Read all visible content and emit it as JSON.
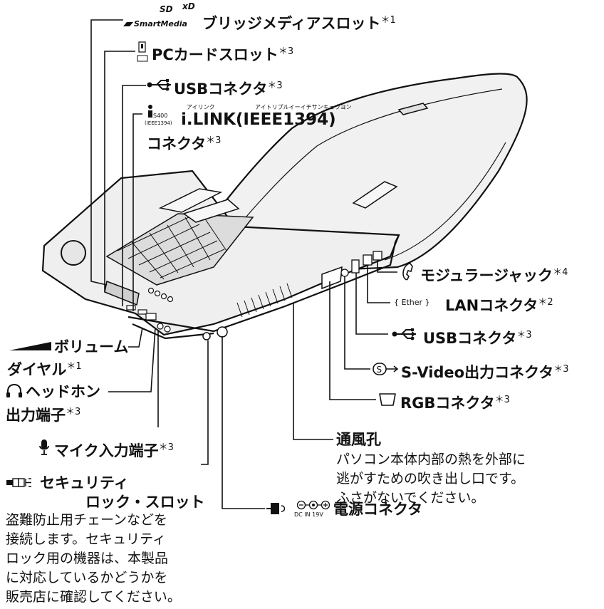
{
  "labels": {
    "bridge_media": {
      "text": "ブリッジメディアスロット",
      "note": "＊1",
      "logos": [
        "SmartMedia",
        "SD",
        "xD"
      ]
    },
    "pc_card": {
      "text": "PCカードスロット",
      "note": "＊3"
    },
    "usb_left": {
      "text": "USBコネクタ",
      "note": "＊3"
    },
    "ilink": {
      "ruby1": "アイリンク",
      "ruby2": "アイトリプルイーイチサンキュウヨン",
      "icon_text_1": "S400",
      "icon_text_2": "(IEEE1394)",
      "line1": "i.LINK(IEEE1394)",
      "line2": "コネクタ",
      "note": "＊3"
    },
    "modular_jack": {
      "text": "モジュラージャック",
      "note": "＊4"
    },
    "lan": {
      "icon_text": "{ Ether }",
      "text": "LANコネクタ",
      "note": "＊2"
    },
    "usb_right": {
      "text": "USBコネクタ",
      "note": "＊3"
    },
    "svideo": {
      "text": "S-Video出力コネクタ",
      "note": "＊3"
    },
    "rgb": {
      "text": "RGBコネクタ",
      "note": "＊3"
    },
    "volume": {
      "line1": "ボリューム",
      "line2": "ダイヤル",
      "note": "＊1"
    },
    "headphone": {
      "line1": "ヘッドホン",
      "line2": "出力端子",
      "note": "＊3"
    },
    "mic": {
      "text": "マイク入力端子",
      "note": "＊3"
    },
    "vent": {
      "title": "通風孔",
      "desc": [
        "パソコン本体内部の熱を外部に",
        "逃がすための吹き出し口です。",
        "ふさがないでください。"
      ]
    },
    "security": {
      "line1": "セキュリティ",
      "line2": "ロック・スロット",
      "desc": [
        "盗難防止用チェーンなどを",
        "接続します。セキュリティ",
        "ロック用の機器は、本製品",
        "に対応しているかどうかを",
        "販売店に確認してください。"
      ]
    },
    "power": {
      "icon_text": "DC IN 19V",
      "text": "電源コネクタ"
    }
  },
  "colors": {
    "line": "#111111",
    "body": "#f2f2f2",
    "shade": "#d6d6d6"
  }
}
